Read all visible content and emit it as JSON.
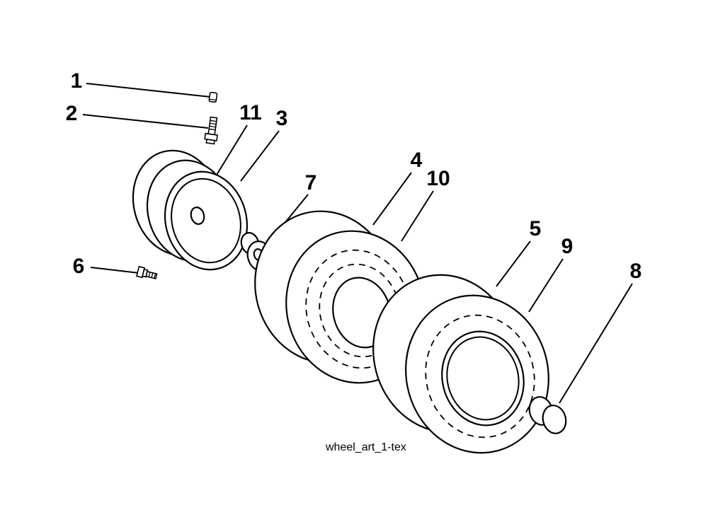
{
  "diagram": {
    "watermark": "wheel_art_1-tex",
    "colors": {
      "line": "#000000",
      "background": "#ffffff"
    },
    "labels": [
      "1",
      "2",
      "3",
      "4",
      "5",
      "6",
      "7",
      "8",
      "9",
      "10",
      "11"
    ]
  }
}
